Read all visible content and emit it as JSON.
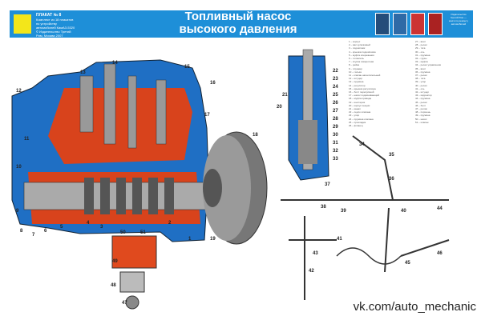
{
  "banner": {
    "poster_label": "ПЛАКАТ № 8",
    "poster_sub": "Комплект из 18 плакатов по устройству автомобилей КамАЗ-5320",
    "poster_pub": "© Издательство Третий Рим, Москва 2007",
    "title_line1": "Топливный насос",
    "title_line2": "высокого давления",
    "publisher_info": "Издательство Третий Рим — книги по ремонту автомобилей"
  },
  "legend": [
    "1 – корпус",
    "2 – вал кулачковый",
    "3 – подшипник",
    "4 – крышка подшипника",
    "5 – муфта опережения",
    "6 – толкатель",
    "7 – втулка поворотная",
    "8 – рейка",
    "9 – плунжер",
    "10 – гильза",
    "11 – клапан нагнетательный",
    "12 – штуцер",
    "13 – пружина",
    "14 – регулятор",
    "15 – крышка регулятора",
    "16 – болт перепускной",
    "17 – насос подкачивающий",
    "18 – муфта привода",
    "19 – шестерня",
    "20 – корпус секции",
    "21 – канал",
    "22 – седло клапана",
    "23 – упор",
    "24 – пружина клапана",
    "25 – прокладка",
    "26 – фланец",
    "27 – винт",
    "28 – рычаг",
    "29 – тяга",
    "30 – ось",
    "31 – пружина",
    "32 – грузы",
    "33 – муфта",
    "34 – рычаг управления",
    "35 – винт",
    "36 – пружина",
    "37 – рычаг",
    "38 – тяга",
    "39 – упор",
    "40 – рычаг",
    "41 – ось",
    "42 – штуцер",
    "43 – корректор",
    "44 – пружина",
    "45 – рычаг",
    "46 – болт",
    "47 – ролик",
    "48 – поршень",
    "49 – пружина",
    "50 – насос",
    "51 – клапан"
  ],
  "callouts": [
    "1",
    "2",
    "3",
    "4",
    "5",
    "6",
    "7",
    "8",
    "9",
    "10",
    "11",
    "12",
    "13",
    "14",
    "15",
    "16",
    "17",
    "18",
    "19",
    "20",
    "21",
    "22",
    "23",
    "24",
    "25",
    "26",
    "27",
    "28",
    "29",
    "30",
    "31",
    "32",
    "33",
    "34",
    "35",
    "36",
    "37",
    "38",
    "39",
    "40",
    "41",
    "42",
    "43",
    "44",
    "45",
    "46",
    "47",
    "48",
    "49",
    "50",
    "51"
  ],
  "watermark": "vk.com/auto_mechanic",
  "colors": {
    "banner": "#1e8fd8",
    "body": "#1f6fc4",
    "section": "#e04a1e",
    "metal": "#8a8a8a"
  }
}
